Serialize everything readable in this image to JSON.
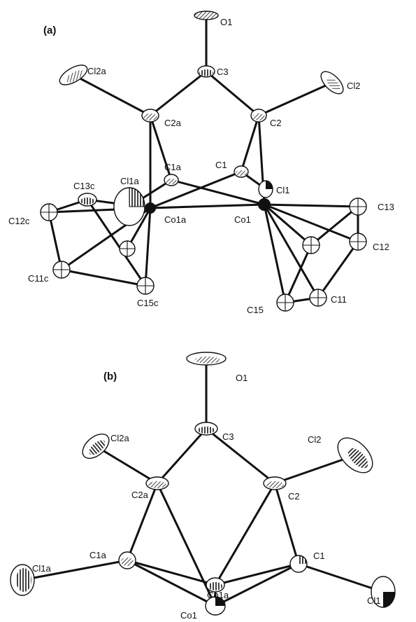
{
  "panel_a": {
    "label": "(a)",
    "atoms": {
      "o1": "O1",
      "c3": "C3",
      "cl2a": "Cl2a",
      "cl2": "Cl2",
      "c2a": "C2a",
      "c2": "C2",
      "c1a": "C1a",
      "c1": "C1",
      "cl1a": "Cl1a",
      "cl1": "Cl1",
      "c13c": "C13c",
      "c12c": "C12c",
      "co1a": "Co1a",
      "co1": "Co1",
      "c13": "C13",
      "c12": "C12",
      "c11c": "C11c",
      "c15c": "C15c",
      "c15": "C15",
      "c11": "C11"
    }
  },
  "panel_b": {
    "label": "(b)",
    "atoms": {
      "o1": "O1",
      "c3": "C3",
      "cl2a": "Cl2a",
      "cl2": "Cl2",
      "c2a": "C2a",
      "c2": "C2",
      "c1a": "C1a",
      "c1": "C1",
      "cl1a": "Cl1a",
      "cl1": "Cl1",
      "co1a": "Co1a",
      "co1": "Co1"
    }
  }
}
